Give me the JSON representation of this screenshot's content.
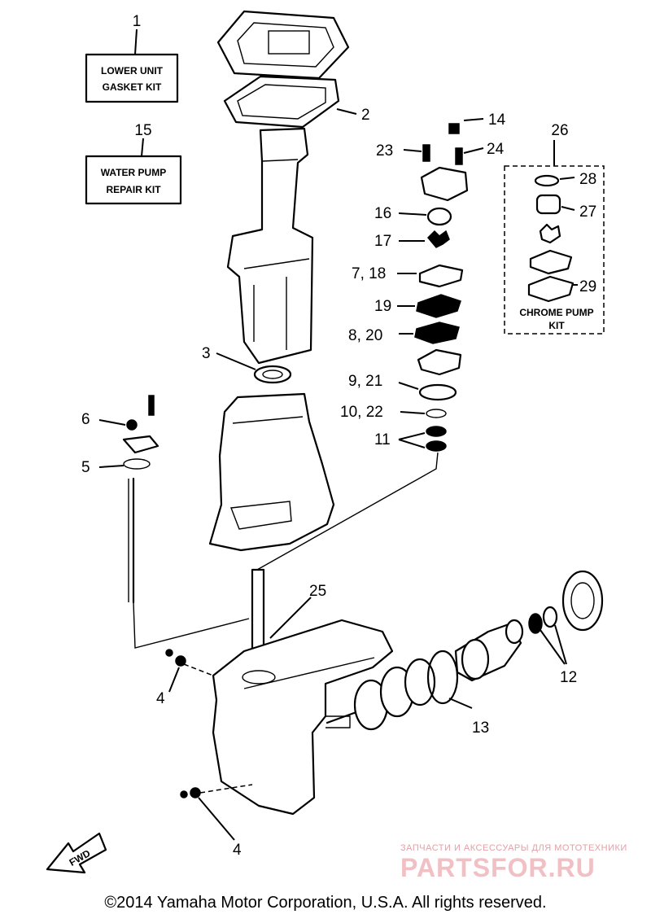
{
  "callouts": {
    "c1": "1",
    "c2": "2",
    "c3": "3",
    "c4a": "4",
    "c4b": "4",
    "c5": "5",
    "c6": "6",
    "c7_18": "7, 18",
    "c8_20": "8, 20",
    "c9_21": "9, 21",
    "c10_22": "10, 22",
    "c11": "11",
    "c12": "12",
    "c13": "13",
    "c14": "14",
    "c15": "15",
    "c16": "16",
    "c17": "17",
    "c19": "19",
    "c23": "23",
    "c24": "24",
    "c25": "25",
    "c26": "26",
    "c27": "27",
    "c28": "28",
    "c29": "29"
  },
  "boxes": {
    "lower_unit_line1": "LOWER UNIT",
    "lower_unit_line2": "GASKET KIT",
    "water_pump_line1": "WATER PUMP",
    "water_pump_line2": "REPAIR KIT",
    "chrome_line1": "CHROME PUMP",
    "chrome_line2": "KIT"
  },
  "fwd_label": "FWD",
  "watermark": {
    "top": "ЗАПЧАСТИ И АКСЕССУАРЫ ДЛЯ МОТОТЕХНИКИ",
    "main": "PARTSFOR.RU"
  },
  "copyright": "©2014 Yamaha Motor Corporation, U.S.A. All rights reserved."
}
